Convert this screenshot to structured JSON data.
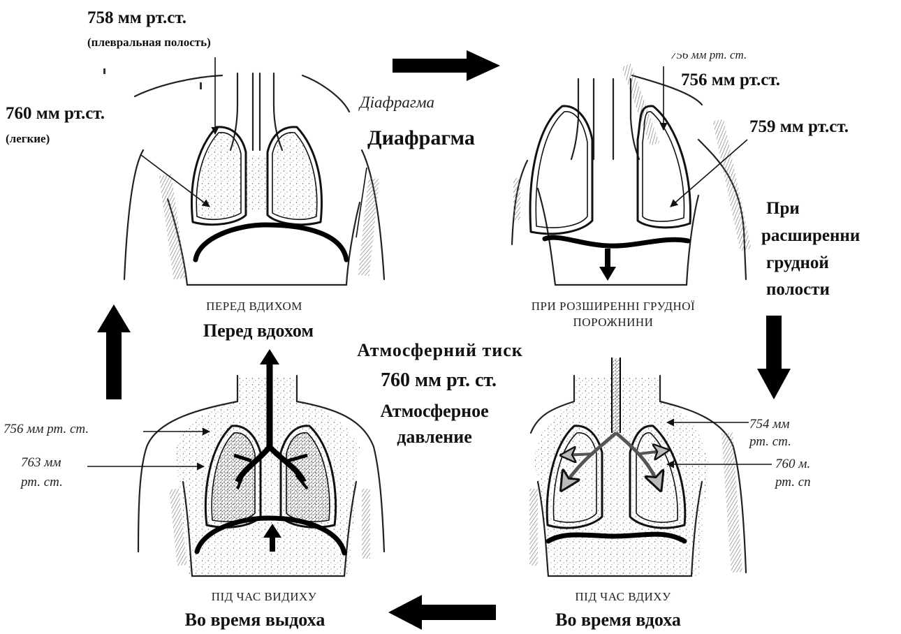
{
  "panels": {
    "before_inhale": {
      "ua_caption": "ПЕРЕД ВДИХОМ",
      "ru_caption": "Перед вдохом",
      "pleural_pressure": "758 мм рт.ст.",
      "pleural_note": "(плевральная полость)",
      "lung_pressure": "760 мм рт.ст.",
      "lung_note": "(легкие)",
      "ua_diaphragm": "Діафрагма",
      "ru_diaphragm": "Диафрагма"
    },
    "chest_expansion": {
      "ua_caption_line1": "ПРИ РОЗШИРЕННІ ГРУДНОЇ",
      "ua_caption_line2": "ПОРОЖНИНИ",
      "ru_caption_lines": [
        "При",
        "расширенни",
        "грудной",
        "полости"
      ],
      "ua_pressure_partial": "756 мм рт. ст.",
      "pressure_top": "756 мм рт.ст.",
      "pressure_lung": "759 мм рт.ст."
    },
    "during_inhale": {
      "ua_caption": "ПІД ЧАС ВДИХУ",
      "ru_caption": "Во время вдоха",
      "pleural_pressure_line1": "754 мм",
      "pleural_pressure_line2": "рт. ст.",
      "lung_pressure_line1": "760 м.",
      "lung_pressure_line2": "рт. сп"
    },
    "during_exhale": {
      "ua_caption": "ПІД ЧАС ВИДИХУ",
      "ru_caption": "Во время выдоха",
      "pleural_pressure": "756 мм рт. ст.",
      "lung_pressure_line1": "763 мм",
      "lung_pressure_line2": "рт. ст."
    }
  },
  "center": {
    "ua_atm": "Атмосферний тиск",
    "atm_value": "760 мм рт. ст.",
    "ru_atm_line1": "Атмосферное",
    "ru_atm_line2": "давление"
  }
}
